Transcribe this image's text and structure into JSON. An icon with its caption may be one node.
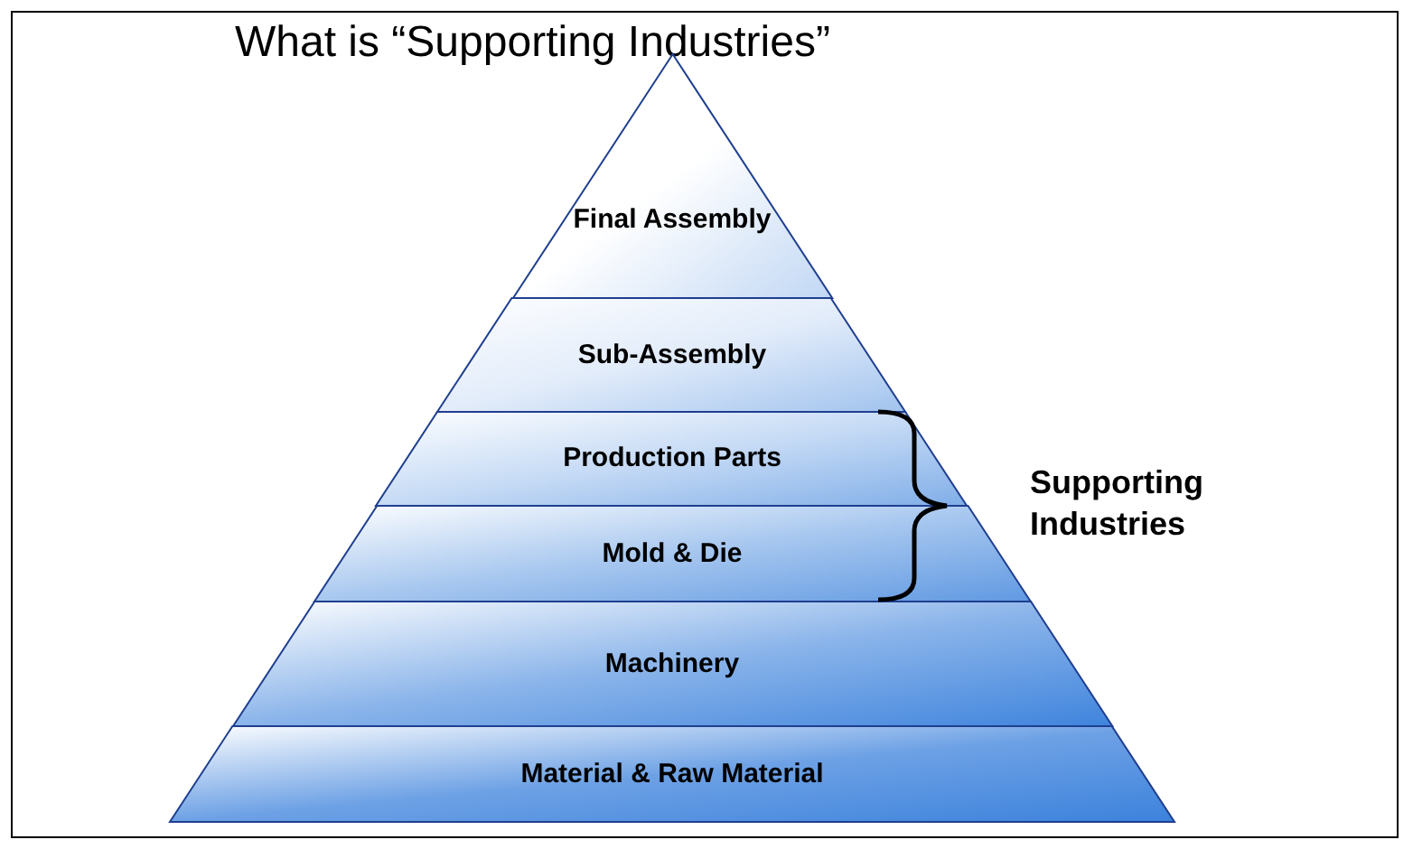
{
  "diagram": {
    "title": "What is “Supporting Industries”",
    "nodes": [
      {
        "text": [
          "Final Assembly"
        ]
      },
      {
        "text": [
          "Sub-Assembly"
        ]
      },
      {
        "text": [
          "Production Parts"
        ]
      },
      {
        "text": [
          "Mold & Die"
        ]
      },
      {
        "text": [
          "Machinery"
        ]
      },
      {
        "text": [
          "Material & Raw Material"
        ]
      }
    ],
    "labels": [
      "Supporting Industries"
    ]
  }
}
